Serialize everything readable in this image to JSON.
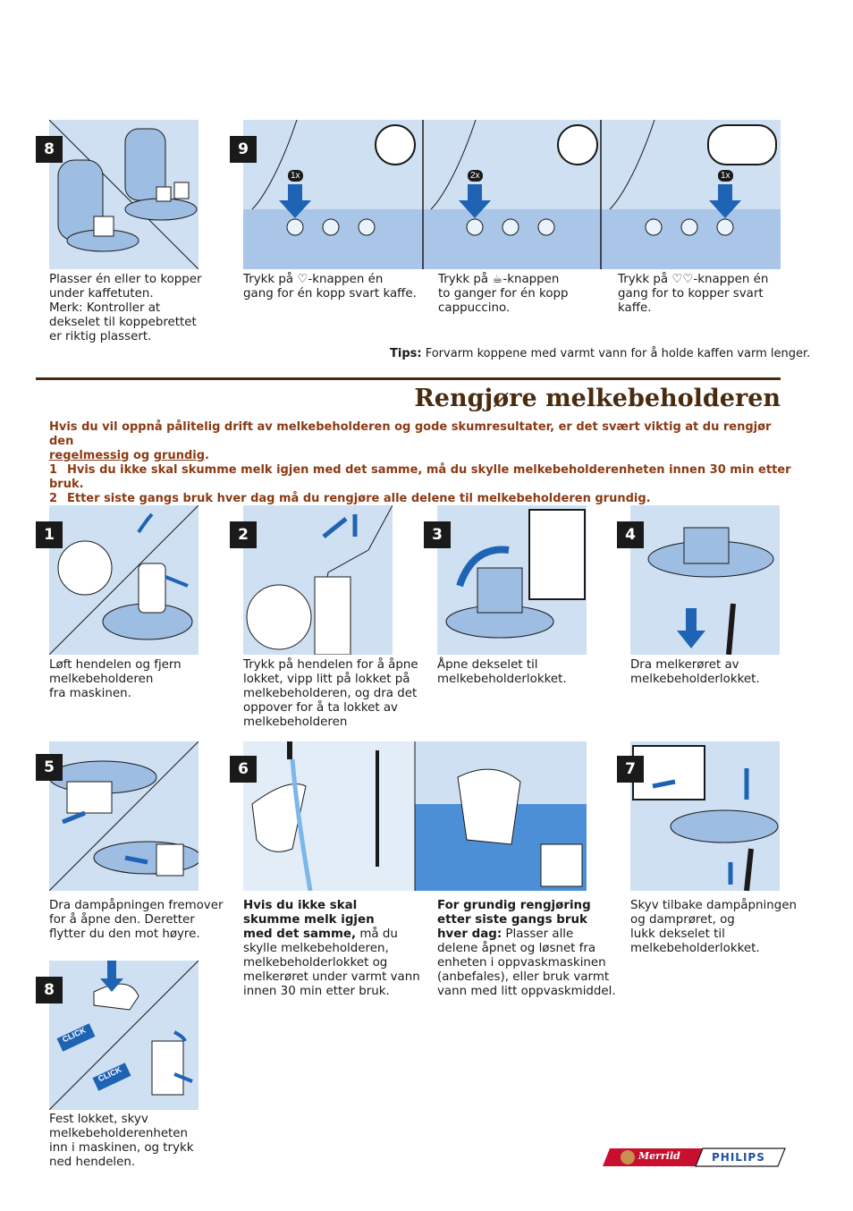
{
  "top_steps": [
    {
      "number": "8",
      "caption_lines": [
        "Plasser én eller to kopper",
        "under kaffetuten.",
        "Merk: Kontroller at",
        "dekselet til koppebrettet",
        "er riktig plassert."
      ]
    },
    {
      "number": "9"
    }
  ],
  "step9_captions": [
    {
      "lines": [
        "Trykk på ♡-knappen én",
        "gang for én kopp svart kaffe."
      ],
      "count": "1x"
    },
    {
      "lines": [
        "Trykk på ☕-knappen",
        "to ganger for én kopp",
        "cappuccino."
      ],
      "count": "2x"
    },
    {
      "lines": [
        "Trykk på ♡♡-knappen én",
        "gang for to kopper svart",
        "kaffe."
      ],
      "count": "1x"
    }
  ],
  "tips": {
    "label": "Tips:",
    "text": "Forvarm koppene med varmt vann for å holde kaffen varm lenger."
  },
  "section": {
    "title": "Rengjøre melkebeholderen",
    "intro_a": "Hvis du vil oppnå pålitelig drift av melkebeholderen og gode skumresultater, er det svært viktig at du rengjør den",
    "intro_u1": "regelmessig",
    "intro_og": "og",
    "intro_u2": "grundig",
    "intro_end": ".",
    "point1_num": "1",
    "point1": "Hvis du ikke skal skumme melk igjen med det samme, må du skylle melkebeholderenheten innen 30 min etter bruk.",
    "point2_num": "2",
    "point2": "Etter siste gangs bruk hver dag må du rengjøre alle delene til melkebeholderen grundig."
  },
  "clean_steps": [
    {
      "number": "1",
      "lines": [
        "Løft hendelen og fjern",
        "melkebeholderen",
        "fra maskinen."
      ]
    },
    {
      "number": "2",
      "lines": [
        "Trykk på hendelen for å åpne",
        "lokket, vipp litt på lokket på",
        "melkebeholderen, og dra det",
        "oppover for å ta lokket av",
        "melkebeholderen"
      ]
    },
    {
      "number": "3",
      "lines": [
        "Åpne dekselet til",
        "melkebeholderlokket."
      ]
    },
    {
      "number": "4",
      "lines": [
        "Dra melkerøret av",
        "melkebeholderlokket."
      ]
    },
    {
      "number": "5",
      "lines": [
        "Dra dampåpningen fremover",
        "for å åpne den. Deretter",
        "flytter du den mot høyre."
      ]
    },
    {
      "number": "6",
      "lines_bold_a": [
        "Hvis du ikke skal",
        "skumme melk igjen",
        "med det samme,"
      ],
      "lines_a_rest": " må du",
      "lines_a": [
        "skylle melkebeholderen,",
        "melkebeholderlokket og",
        "melkerøret under varmt vann",
        "innen 30 min etter bruk."
      ],
      "lines_bold_b": [
        "For grundig rengjøring",
        "etter siste gangs bruk",
        "hver dag:"
      ],
      "lines_b_rest": " Plasser alle",
      "lines_b": [
        "delene åpnet og løsnet fra",
        "enheten i oppvaskmaskinen",
        "(anbefales), eller bruk varmt",
        "vann med litt oppvaskmiddel."
      ]
    },
    {
      "number": "7",
      "lines": [
        "Skyv tilbake dampåpningen",
        "og damprøret, og",
        "lukk dekselet til",
        "melkebeholderlokket."
      ]
    },
    {
      "number": "8",
      "lines": [
        "Fest lokket, skyv",
        "melkebeholderenheten",
        "inn i maskinen, og trykk",
        "ned hendelen."
      ]
    }
  ],
  "click_label": "CLICK",
  "brands": {
    "merrild": "Merrild",
    "philips": "PHILIPS"
  },
  "colors": {
    "panel": "#cfe0f3",
    "arrow": "#1f64b4",
    "title": "#4a2b10",
    "intro": "#8b3a14"
  }
}
